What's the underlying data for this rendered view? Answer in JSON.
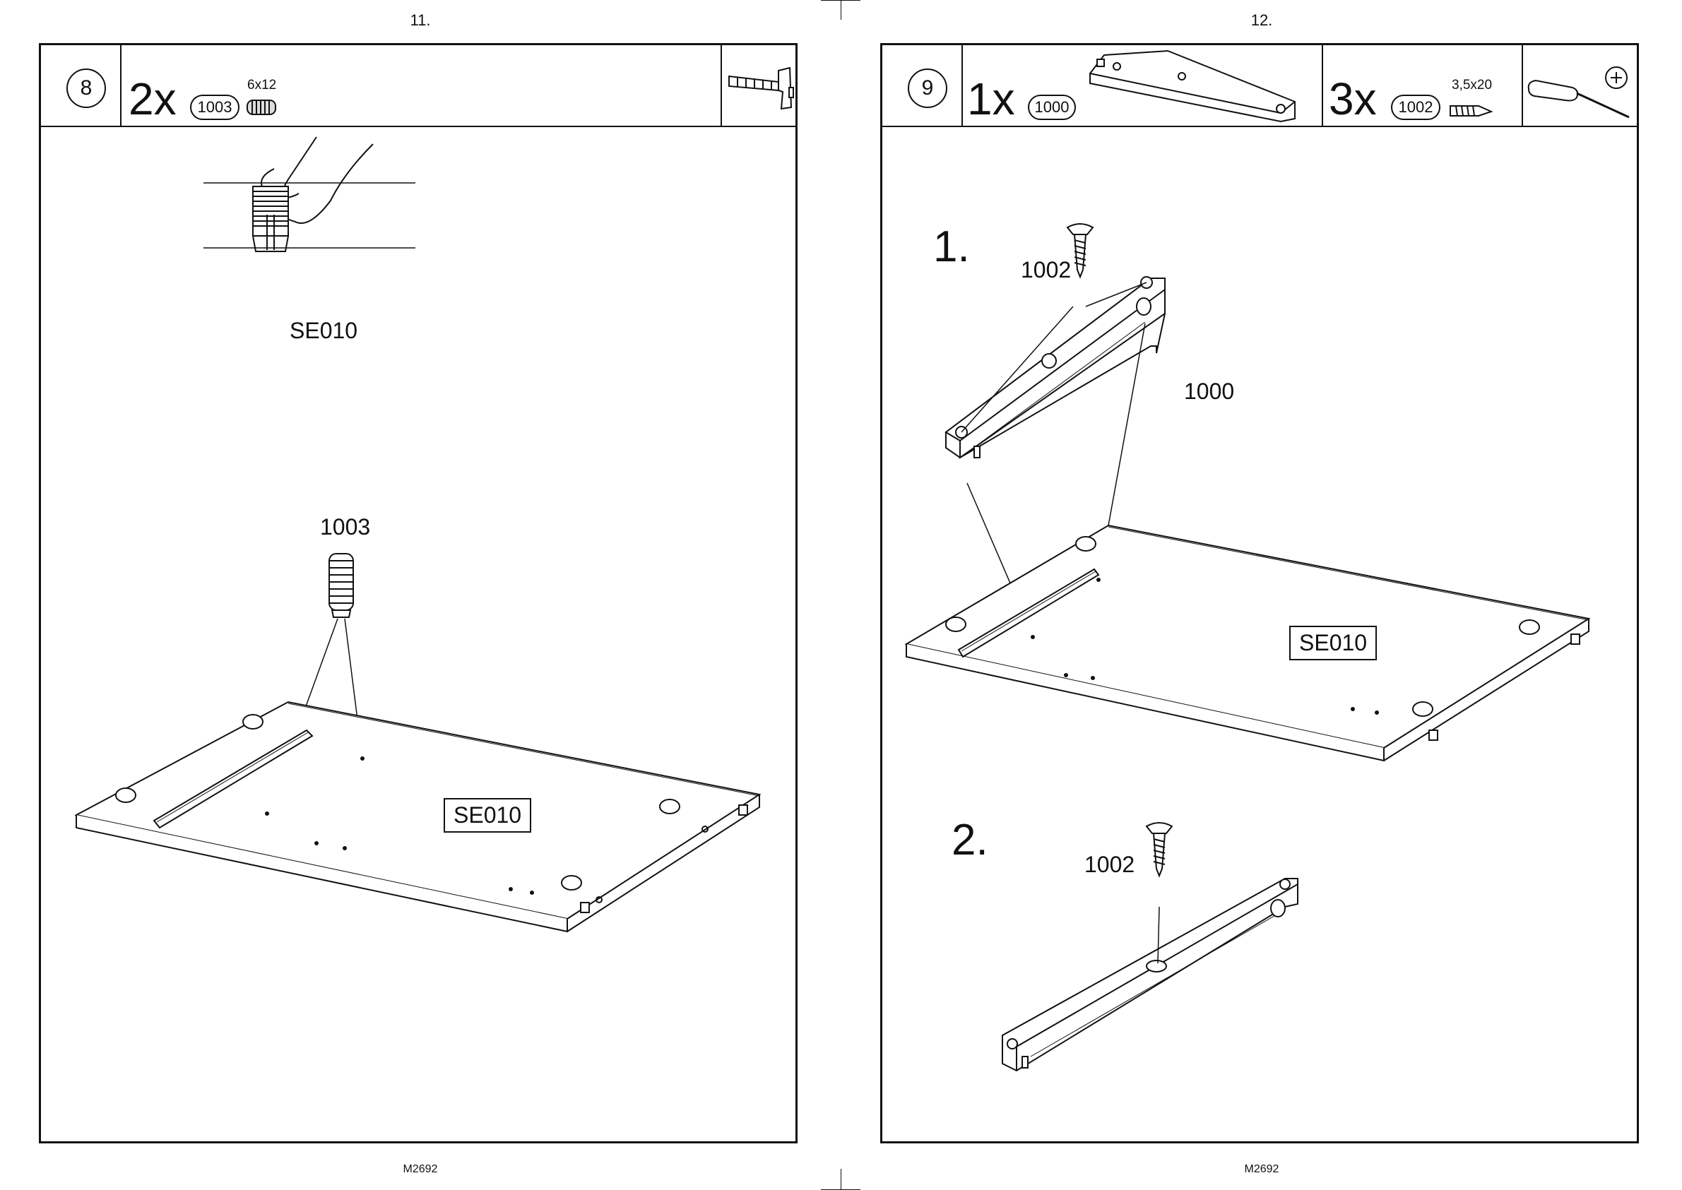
{
  "left_page": {
    "page_number": "11.",
    "footer": "M2692",
    "step_number": "8",
    "header": {
      "quantity": "2x",
      "part_code": "1003",
      "spec": "6x12",
      "tool": "hammer-icon"
    },
    "detail_label": "SE010",
    "part_label": "1003",
    "panel_label": "SE010"
  },
  "right_page": {
    "page_number": "12.",
    "footer": "M2692",
    "step_number": "9",
    "header": {
      "part1": {
        "quantity": "1x",
        "part_code": "1000"
      },
      "part2": {
        "quantity": "3x",
        "part_code": "1002",
        "spec": "3,5x20"
      },
      "tool": "screwdriver-icon"
    },
    "substep1": {
      "number": "1.",
      "screw_label": "1002",
      "rail_label": "1000",
      "panel_label": "SE010"
    },
    "substep2": {
      "number": "2.",
      "screw_label": "1002"
    }
  }
}
